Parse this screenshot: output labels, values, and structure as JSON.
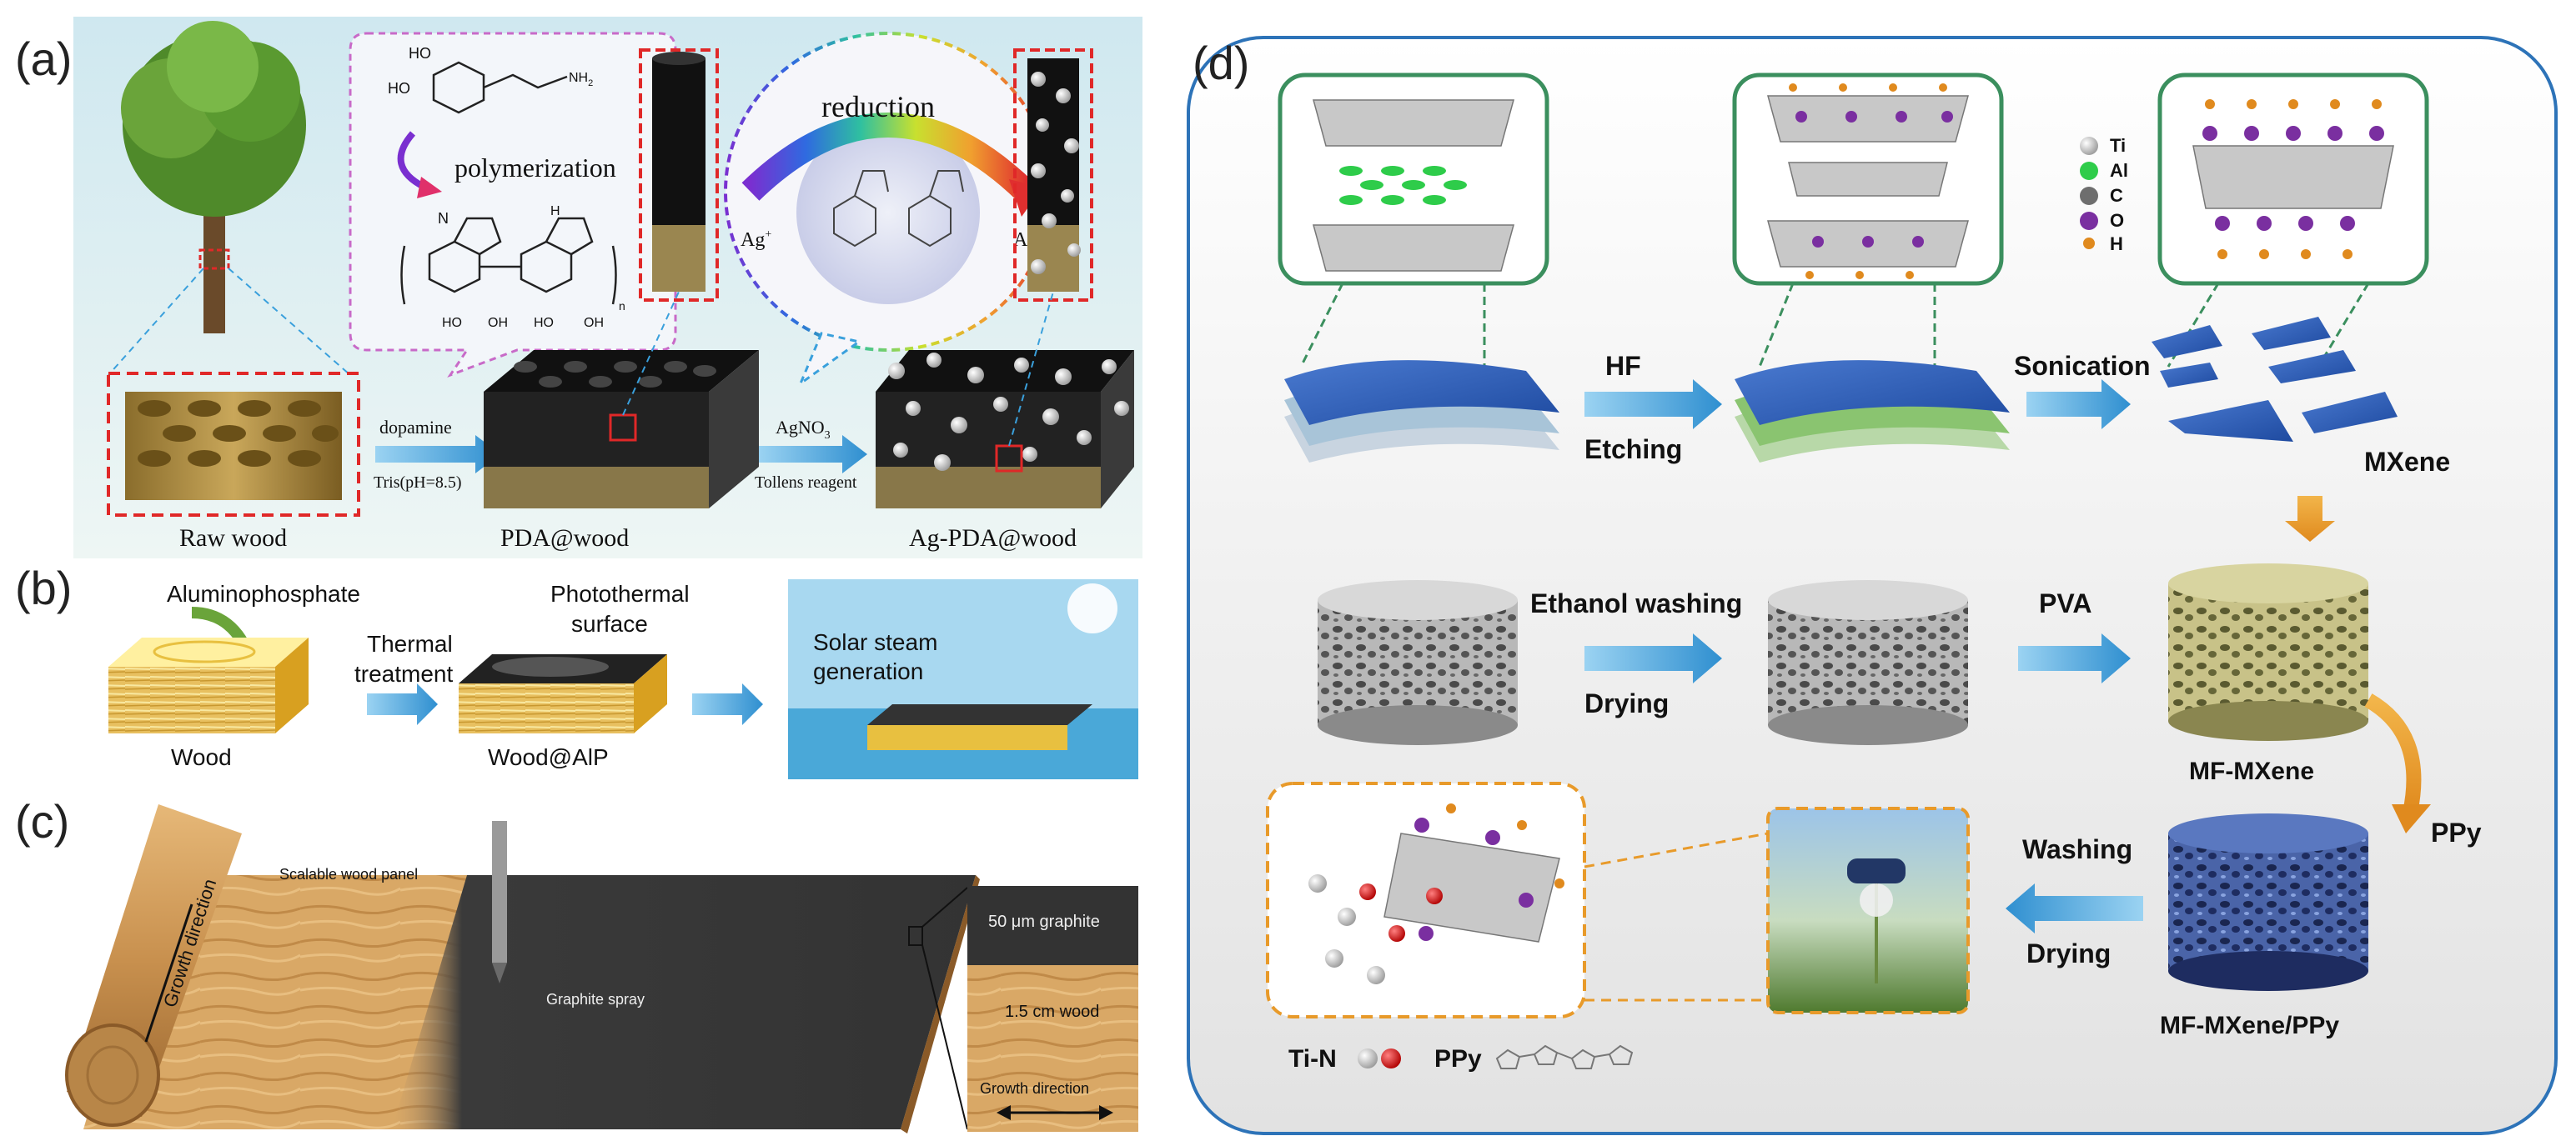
{
  "panel_a": {
    "label": "(a)",
    "raw_wood": "Raw wood",
    "dopamine": "dopamine",
    "tris": "Tris(pH=8.5)",
    "polymerization": "polymerization",
    "pda_wood": "PDA@wood",
    "agno3": "AgNO",
    "agno3_sub": "3",
    "tollens": "Tollens reagent",
    "reduction": "reduction",
    "ag_plus": "Ag",
    "ag_plus_sup": "+",
    "ag": "Ag",
    "ag_pda_wood": "Ag-PDA@wood",
    "nh2": "NH",
    "nh2_sub": "2",
    "ho": "HO",
    "oh": "OH",
    "n": "N",
    "h": "H",
    "sub_n": "n"
  },
  "panel_b": {
    "label": "(b)",
    "aluminophosphate": "Aluminophosphate",
    "thermal": "Thermal",
    "treatment": "treatment",
    "photothermal": "Photothermal",
    "surface": "surface",
    "solar": "Solar steam",
    "generation": "generation",
    "wood": "Wood",
    "wood_alp": "Wood@AlP"
  },
  "panel_c": {
    "label": "(c)",
    "scalable": "Scalable wood panel",
    "growth_direction": "Growth direction",
    "graphite_spray": "Graphite spray",
    "graphite_50": "50 μm graphite",
    "wood_15": "1.5 cm wood",
    "growth_direction2": "Growth direction"
  },
  "panel_d": {
    "label": "(d)",
    "hf": "HF",
    "etching": "Etching",
    "sonication": "Sonication",
    "mxene": "MXene",
    "legend": [
      {
        "sym": "Ti",
        "color": "#d6d6d6"
      },
      {
        "sym": "Al",
        "color": "#2ecc4a"
      },
      {
        "sym": "C",
        "color": "#6e6e6e"
      },
      {
        "sym": "O",
        "color": "#7a2fa0"
      },
      {
        "sym": "H",
        "color": "#e08a1e"
      }
    ],
    "ethanol": "Ethanol washing",
    "drying": "Drying",
    "pva": "PVA",
    "mf_mxene": "MF-MXene",
    "ppy": "PPy",
    "washing": "Washing",
    "drying2": "Drying",
    "mf_mxene_ppy": "MF-MXene/PPy",
    "ti_n": "Ti-N",
    "ppy2": "PPy"
  },
  "colors": {
    "accent_red": "#e02828",
    "arrow_blue": "#3aa0dc",
    "panel_d_border": "#2d73b8",
    "green_frame": "#3b8f5e",
    "orange_dash": "#e89a2a"
  }
}
